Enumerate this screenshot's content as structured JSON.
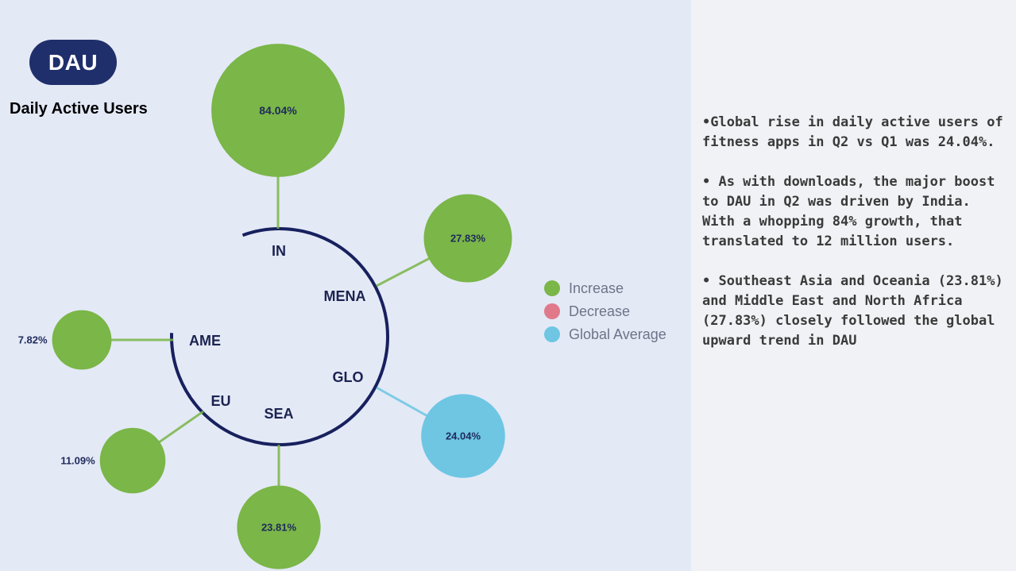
{
  "header": {
    "badge": "DAU",
    "subtitle": "Daily Active Users"
  },
  "colors": {
    "increase": "#7ab648",
    "decrease": "#e07a8a",
    "global_average": "#6ec6e3",
    "ring": "#17215e",
    "badge": "#1f2f6b"
  },
  "chart_data": {
    "type": "bubble-radial",
    "legend": [
      {
        "label": "Increase",
        "kind": "increase"
      },
      {
        "label": "Decrease",
        "kind": "decrease"
      },
      {
        "label": "Global Average",
        "kind": "global_average"
      }
    ],
    "legend_position": "right",
    "regions": [
      {
        "code": "IN",
        "value": 84.04,
        "label": "84.04%",
        "kind": "increase"
      },
      {
        "code": "MENA",
        "value": 27.83,
        "label": "27.83%",
        "kind": "increase"
      },
      {
        "code": "AME",
        "value": 7.82,
        "label": "7.82%",
        "kind": "increase"
      },
      {
        "code": "GLO",
        "value": 24.04,
        "label": "24.04%",
        "kind": "global_average"
      },
      {
        "code": "EU",
        "value": 11.09,
        "label": "11.09%",
        "kind": "increase"
      },
      {
        "code": "SEA",
        "value": 23.81,
        "label": "23.81%",
        "kind": "increase"
      }
    ]
  },
  "notes": [
    "•Global rise in daily active users of fitness apps in Q2 vs Q1 was 24.04%.",
    "• As with downloads, the major boost to DAU in Q2 was driven by India. With a whopping 84% growth, that translated to 12 million users.",
    "• Southeast Asia and Oceania (23.81%) and Middle East and North Africa (27.83%) closely followed the global upward trend in DAU"
  ]
}
